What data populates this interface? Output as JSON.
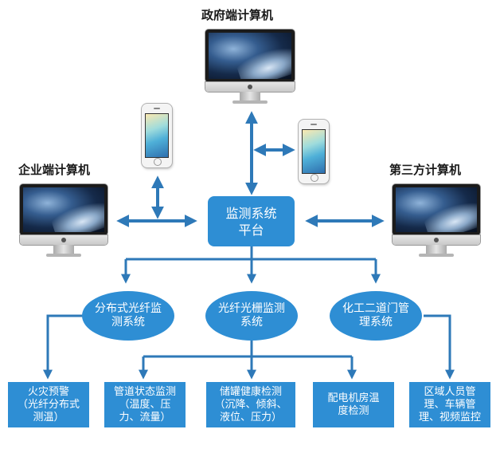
{
  "titles": {
    "government": "政府端计算机",
    "enterprise": "企业端计算机",
    "third_party": "第三方计算机"
  },
  "platform": {
    "line1": "监测系统",
    "line2": "平台"
  },
  "subsystems": [
    {
      "line1": "分布式光纤监",
      "line2": "测系统"
    },
    {
      "line1": "光纤光栅监测",
      "line2": "系统"
    },
    {
      "line1": "化工二道门管",
      "line2": "理系统"
    }
  ],
  "leaves": [
    {
      "lines": [
        "火灾预警",
        "（光纤分布式",
        "测温）"
      ]
    },
    {
      "lines": [
        "管道状态监测",
        "（温度、压",
        "力、流量）"
      ]
    },
    {
      "lines": [
        "储罐健康检测",
        "（沉降、倾斜、",
        "液位、压力）"
      ]
    },
    {
      "lines": [
        "配电机房温",
        "度检测"
      ]
    },
    {
      "lines": [
        "区域人员管",
        "理、车辆管",
        "理、视频监控"
      ]
    }
  ],
  "icons": {
    "monitors": [
      "desktop-computer-icon",
      "desktop-computer-icon",
      "desktop-computer-icon"
    ],
    "phones": [
      "smartphone-icon",
      "smartphone-icon"
    ]
  },
  "colors": {
    "node_fill": "#2e8ed4",
    "connector": "#2e79b8",
    "text_on_node": "#ffffff"
  }
}
